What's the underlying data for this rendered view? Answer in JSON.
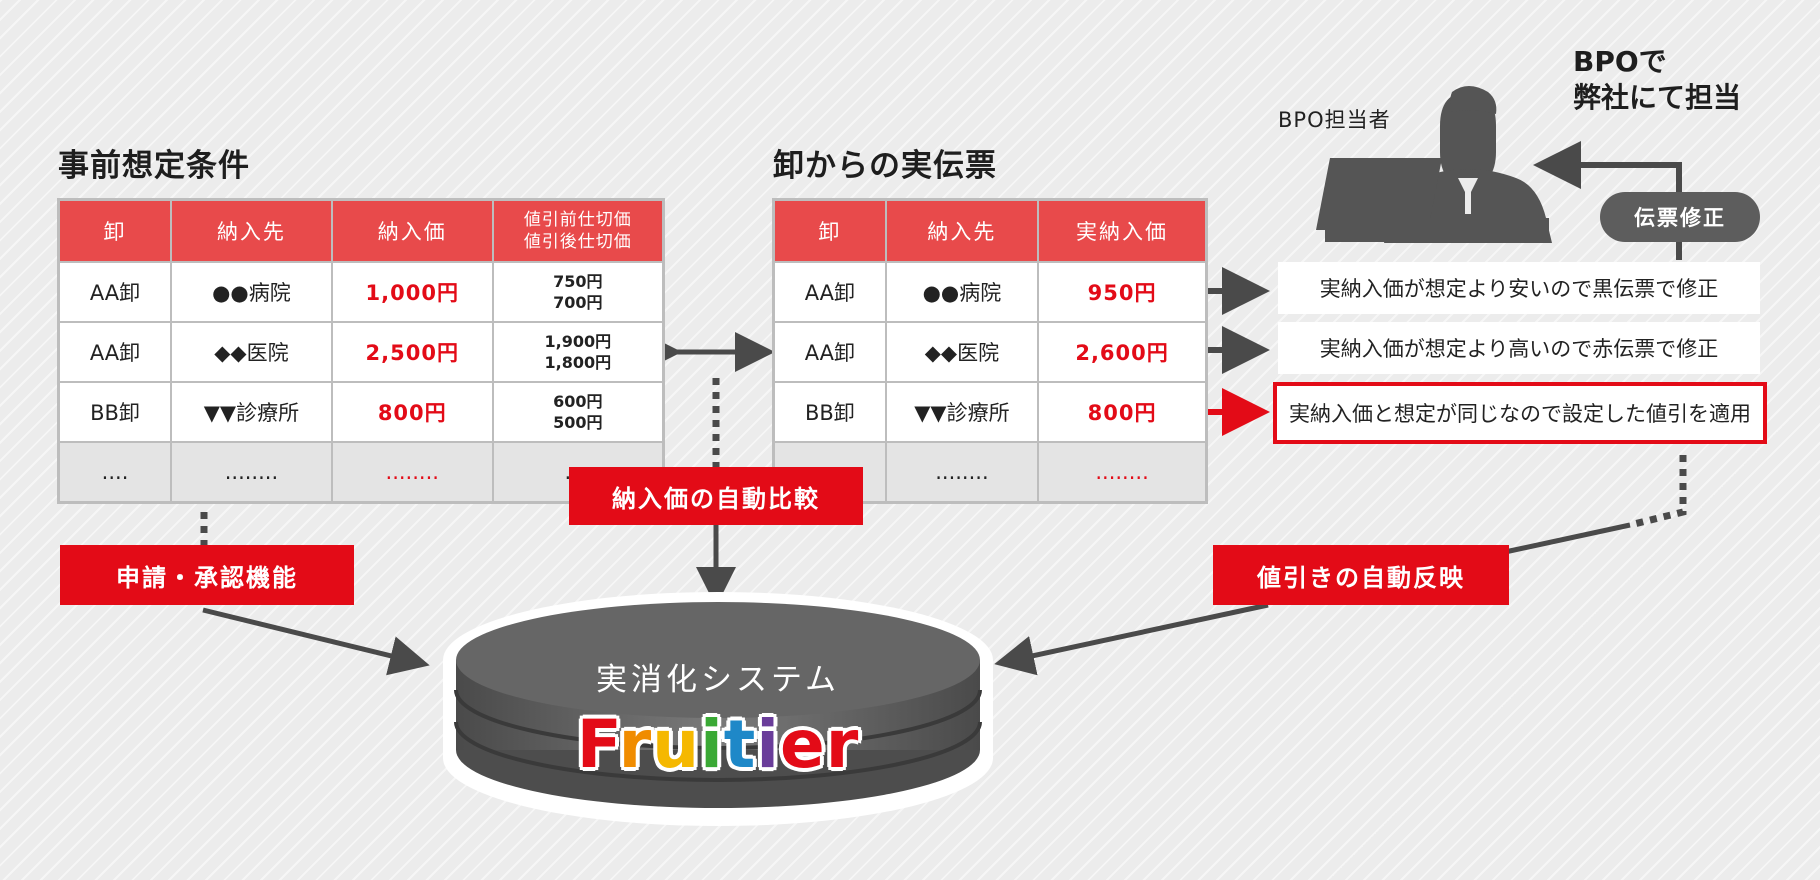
{
  "left_section": {
    "title": "事前想定条件",
    "headers": [
      "卸",
      "納入先",
      "納入価",
      "値引前仕切価",
      "値引後仕切価"
    ],
    "rows": [
      {
        "wholesaler": "AA卸",
        "destination": "●●病院",
        "price": "1,000円",
        "before": "750円",
        "after": "700円"
      },
      {
        "wholesaler": "AA卸",
        "destination": "◆◆医院",
        "price": "2,500円",
        "before": "1,900円",
        "after": "1,800円"
      },
      {
        "wholesaler": "BB卸",
        "destination": "▼▼診療所",
        "price": "800円",
        "before": "600円",
        "after": "500円"
      },
      {
        "wholesaler": "....",
        "destination": "........",
        "price": "........",
        "before": "....",
        "after": ""
      }
    ]
  },
  "right_section": {
    "title": "卸からの実伝票",
    "headers": [
      "卸",
      "納入先",
      "実納入価"
    ],
    "rows": [
      {
        "wholesaler": "AA卸",
        "destination": "●●病院",
        "price": "950円"
      },
      {
        "wholesaler": "AA卸",
        "destination": "◆◆医院",
        "price": "2,600円"
      },
      {
        "wholesaler": "BB卸",
        "destination": "▼▼診療所",
        "price": "800円"
      },
      {
        "wholesaler": "",
        "destination": "........",
        "price": "........"
      }
    ]
  },
  "notes": [
    "実納入価が想定より安いので黒伝票で修正",
    "実納入価が想定より高いので赤伝票で修正",
    "実納入価と想定が同じなので設定した値引を適用"
  ],
  "bpo": {
    "person_label": "BPO担当者",
    "caption_line1": "BPOで",
    "caption_line2": "弊社にて担当",
    "pill": "伝票修正"
  },
  "labels": {
    "compare": "納入価の自動比較",
    "approval": "申請・承認機能",
    "discount": "値引きの自動反映"
  },
  "system": {
    "name": "実消化システム",
    "logo_text": "Fruitier"
  },
  "colors": {
    "accent_red": "#e30b17",
    "header_red": "#e84a4b",
    "dark_gray": "#555555",
    "logo": [
      "#e30b17",
      "#f08c00",
      "#f5b800",
      "#3aa935",
      "#1e88c8",
      "#6a3d9a",
      "#e30b17",
      "#e30b17"
    ]
  }
}
